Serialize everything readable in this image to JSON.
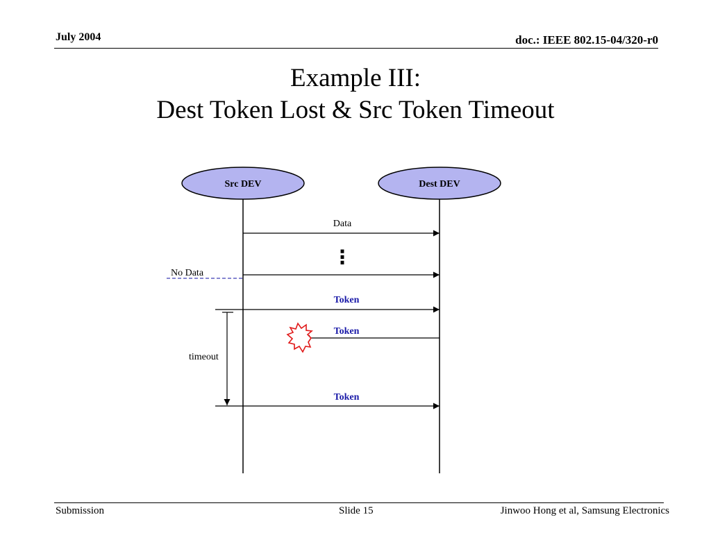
{
  "header": {
    "date": "July 2004",
    "doc_id": "doc.: IEEE 802.15-04/320-r0"
  },
  "title": {
    "line1": "Example III:",
    "line2": "Dest Token Lost & Src Token Timeout"
  },
  "diagram": {
    "nodes": {
      "src": "Src DEV",
      "dest": "Dest DEV"
    },
    "messages": {
      "data": "Data",
      "ellipsis": "⋮",
      "no_data": "No Data",
      "token1": "Token",
      "token2": "Token",
      "token3": "Token",
      "timeout": "timeout"
    },
    "colors": {
      "node_fill": "#b4b4f0",
      "token_text": "#1a1aa8",
      "no_data_dash": "#3c3cb4",
      "burst_fill": "#ffffff",
      "burst_stroke": "#e01818"
    }
  },
  "footer": {
    "left": "Submission",
    "center": "Slide 15",
    "right": "Jinwoo Hong et al, Samsung Electronics"
  }
}
